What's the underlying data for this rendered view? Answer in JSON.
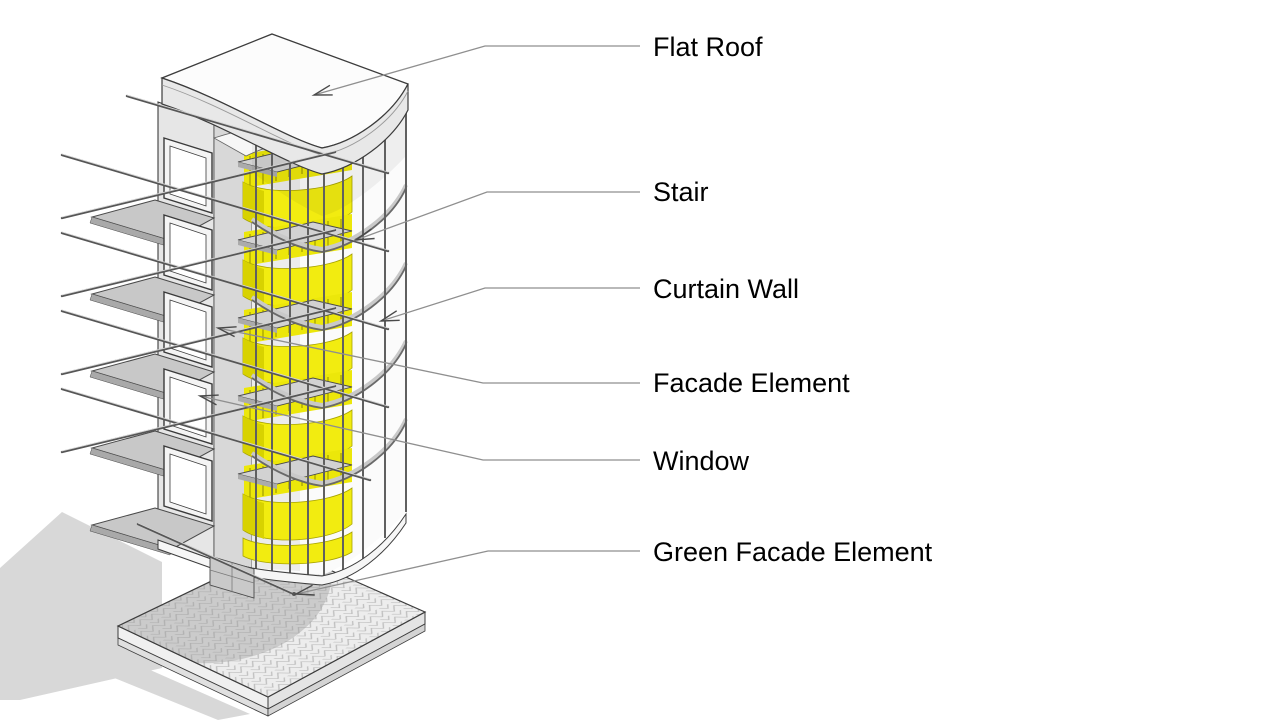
{
  "figure": {
    "type": "axonometric-building-callout-diagram",
    "subject": "tower with spiral stair, curtain wall and louver facade on a paved base",
    "labels": [
      {
        "id": "flat-roof",
        "text": "Flat Roof"
      },
      {
        "id": "stair",
        "text": "Stair"
      },
      {
        "id": "curtain-wall",
        "text": "Curtain Wall"
      },
      {
        "id": "facade-element",
        "text": "Facade Element"
      },
      {
        "id": "window",
        "text": "Window"
      },
      {
        "id": "green-facade-element",
        "text": "Green Facade Element"
      }
    ]
  },
  "colors": {
    "page-bg": "#ffffff",
    "text": "#000000",
    "outline": "#3c3c3c",
    "leader": "#8f8f8f",
    "arrowhead": "#4a4a4a",
    "accent-yellow": "#f2ec10",
    "yellow-shade": "#d8d200",
    "yellow-hatch": "#918c00",
    "wall-light": "#e6e6e6",
    "wall-mid": "#d8d8d8",
    "slab-gray": "#d2d2d2",
    "flap-gray": "#c8c8c8",
    "glass": "#fbfbfb",
    "shadow-ground": "#d7d7d7",
    "shadow-platform": "#9e9e9e",
    "paving-line": "#bdbdbd"
  }
}
